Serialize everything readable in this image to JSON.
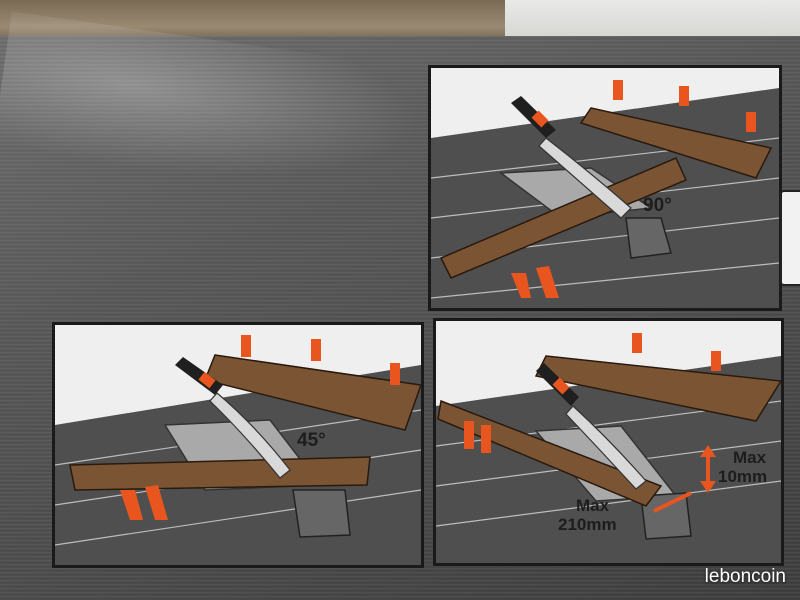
{
  "panels": {
    "top_right": {
      "angle_label": "90°"
    },
    "bottom_left": {
      "angle_label": "45°"
    },
    "bottom_right": {
      "height_label_1": "Max",
      "height_label_2": "10mm",
      "width_label_1": "Max",
      "width_label_2": "210mm"
    }
  },
  "watermark": {
    "text": "leboncoin"
  },
  "colors": {
    "box_gray": "#585858",
    "panel_bg": "#efefef",
    "floor": "#4f4f4f",
    "wood": "#7a5433",
    "spacer_orange": "#e8551e",
    "handle_black": "#1f1f1f"
  }
}
